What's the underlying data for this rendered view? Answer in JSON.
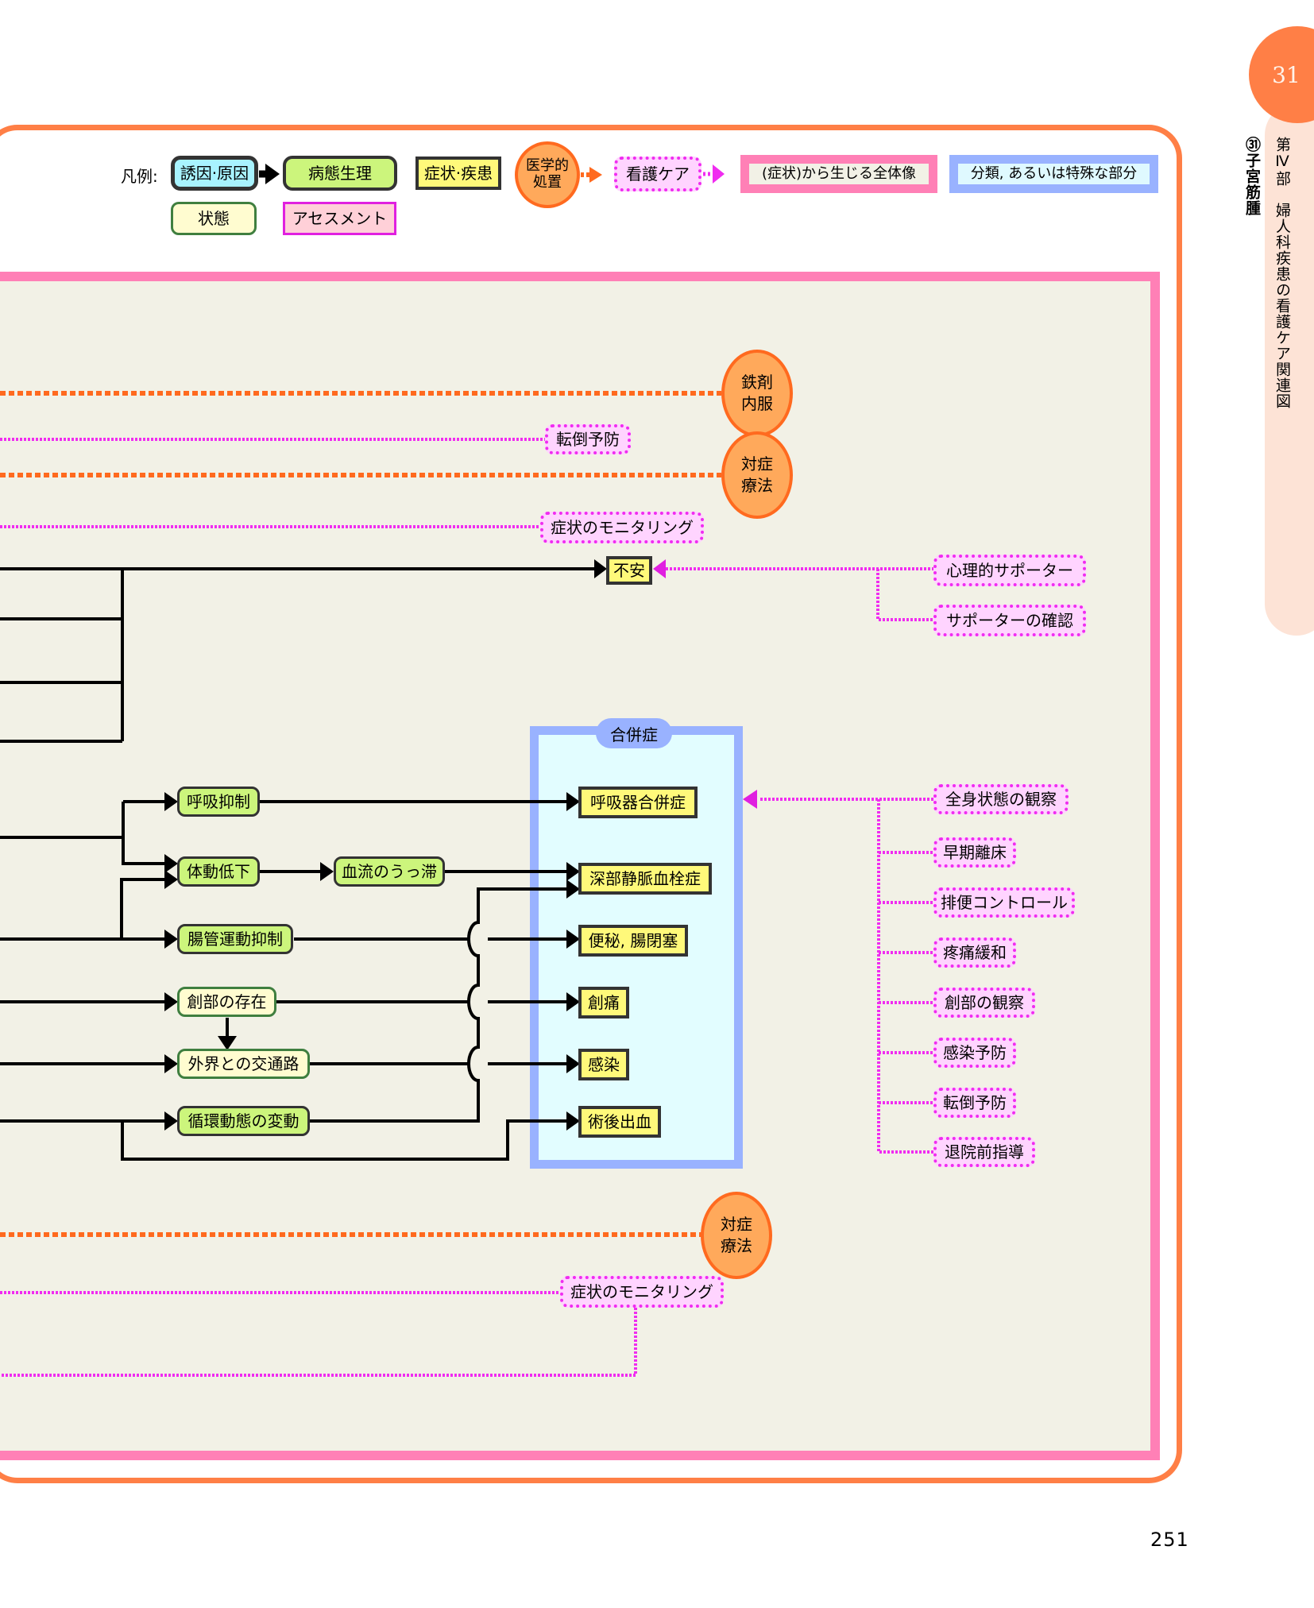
{
  "page": {
    "page_number": "251",
    "chapter_number": "31",
    "part_title": "第Ⅳ部　婦人科疾患の看護ケア関連図",
    "chapter_title": "㉛子宮筋腫"
  },
  "legend": {
    "label": "凡例:",
    "items": [
      {
        "key": "cause",
        "label": "誘因·原因"
      },
      {
        "key": "pathophysiology",
        "label": "病態生理"
      },
      {
        "key": "symptom",
        "label": "症状·疾患"
      },
      {
        "key": "medical",
        "label": "医学的処置"
      },
      {
        "key": "nursing_care",
        "label": "看護ケア"
      },
      {
        "key": "whole_picture",
        "label": "(症状)から生じる全体像"
      },
      {
        "key": "classification",
        "label": "分類, あるいは特殊な部分"
      },
      {
        "key": "state",
        "label": "状態"
      },
      {
        "key": "assessment",
        "label": "アセスメント"
      }
    ],
    "medical_lines": [
      "医学的",
      "処置"
    ]
  },
  "colors": {
    "orange_frame": "#ff7f46",
    "pink_frame": "#ff80b6",
    "background": "#f2f1e6",
    "cause": "#a8f3ff",
    "pathophysiology": "#ccf57c",
    "state": "#fffcd0",
    "symptom": "#fff97a",
    "medical": "#ffa95b",
    "care": "#ffd4ff",
    "care_line": "#f02cf0",
    "classification": "#99b2ff"
  },
  "diagram": {
    "medical_treatments": [
      {
        "id": "iron",
        "lines": [
          "鉄剤",
          "内服"
        ]
      },
      {
        "id": "symptomatic_top",
        "lines": [
          "対症",
          "療法"
        ]
      },
      {
        "id": "symptomatic_bottom",
        "lines": [
          "対症",
          "療法"
        ]
      }
    ],
    "care_top": [
      {
        "id": "fall_prevention_top",
        "label": "転倒予防"
      },
      {
        "id": "symptom_monitoring_top",
        "label": "症状のモニタリング"
      },
      {
        "id": "psych_support",
        "label": "心理的サポーター"
      },
      {
        "id": "supporter_check",
        "label": "サポーターの確認"
      },
      {
        "id": "symptom_monitoring_bottom",
        "label": "症状のモニタリング"
      }
    ],
    "anxiety": "不安",
    "pathophysiology": [
      {
        "id": "resp_suppression",
        "label": "呼吸抑制"
      },
      {
        "id": "reduced_mobility",
        "label": "体動低下"
      },
      {
        "id": "blood_stasis",
        "label": "血流のうっ滞"
      },
      {
        "id": "bowel_suppression",
        "label": "腸管運動抑制"
      },
      {
        "id": "circulation_change",
        "label": "循環動態の変動"
      }
    ],
    "states": [
      {
        "id": "wound",
        "label": "創部の存在"
      },
      {
        "id": "external_route",
        "label": "外界との交通路"
      }
    ],
    "complications": {
      "title": "合併症",
      "items": [
        {
          "id": "resp_complication",
          "label": "呼吸器合併症"
        },
        {
          "id": "dvt",
          "label": "深部静脈血栓症"
        },
        {
          "id": "constipation",
          "label": "便秘, 腸閉塞"
        },
        {
          "id": "wound_pain",
          "label": "創痛"
        },
        {
          "id": "infection",
          "label": "感染"
        },
        {
          "id": "postop_bleeding",
          "label": "術後出血"
        }
      ]
    },
    "complication_care": [
      {
        "id": "general_observation",
        "label": "全身状態の観察"
      },
      {
        "id": "early_ambulation",
        "label": "早期離床"
      },
      {
        "id": "bowel_control",
        "label": "排便コントロール"
      },
      {
        "id": "pain_relief",
        "label": "疼痛緩和"
      },
      {
        "id": "wound_observation",
        "label": "創部の観察"
      },
      {
        "id": "infection_prevention",
        "label": "感染予防"
      },
      {
        "id": "fall_prevention",
        "label": "転倒予防"
      },
      {
        "id": "discharge_guidance",
        "label": "退院前指導"
      }
    ]
  }
}
